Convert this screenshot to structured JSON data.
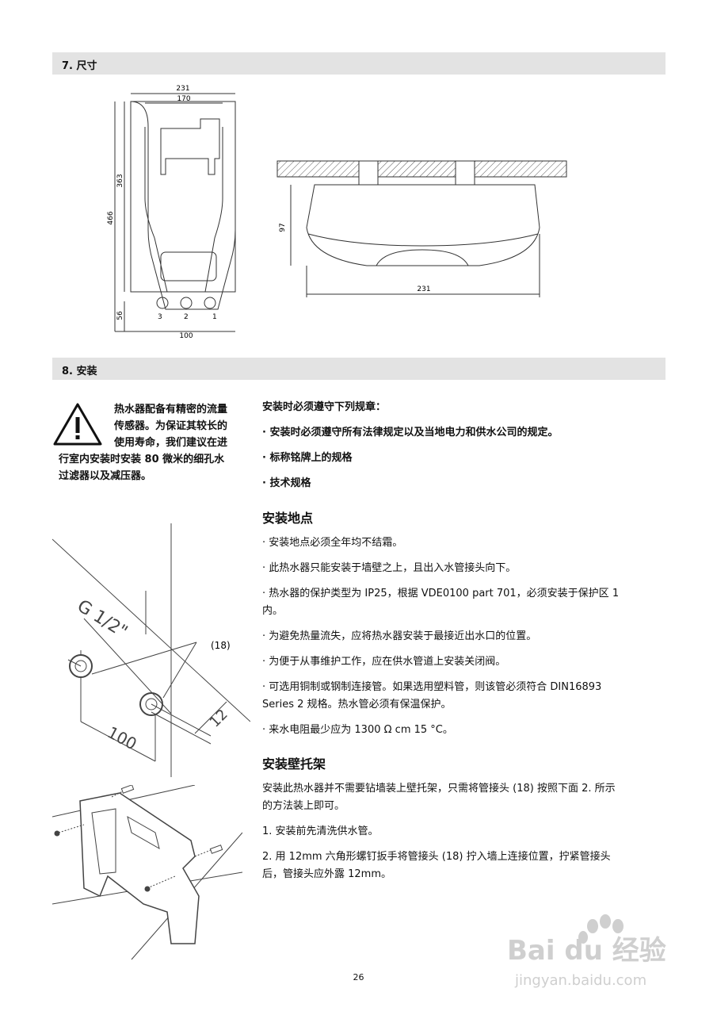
{
  "section7": {
    "title": "7. 尺寸"
  },
  "front_dims": {
    "width_outer": "231",
    "width_inner": "170",
    "height_total": "466",
    "height_mid": "363",
    "height_bottom": "56",
    "bottom_width": "100",
    "port_3": "3",
    "port_2": "2",
    "port_1": "1"
  },
  "side_dims": {
    "height": "97",
    "width": "231"
  },
  "section8": {
    "title": "8. 安装"
  },
  "warning": {
    "lines": [
      "热水器配备有精密的流量",
      "传感器。为保证其较长的",
      "使用寿命，我们建议在进",
      "行室内安装时安装 80 微米的细孔水",
      "过滤器以及减压器。"
    ]
  },
  "pipe_fig": {
    "thread": "G 1/2\"",
    "callout": "(18)",
    "dim_100": "100",
    "dim_12": "12"
  },
  "rules": {
    "heading": "安装时必须遵守下列规章：",
    "items": [
      "·  安装时必须遵守所有法律规定以及当地电力和供水公司的规定。",
      "· 标称铭牌上的规格",
      "·  技术规格"
    ]
  },
  "location": {
    "heading": "安装地点",
    "items": [
      [
        "· 安装地点必须全年均不结霜。"
      ],
      [
        "· 此热水器只能安装于墙壁之上，且出入水管接头向下。"
      ],
      [
        "· 热水器的保护类型为 IP25，根据 VDE0100 part 701，必须安装于保护区 1",
        "   内。"
      ],
      [
        "· 为避免热量流失，应将热水器安装于最接近出水口的位置。"
      ],
      [
        "· 为便于从事维护工作，应在供水管道上安装关闭阀。"
      ],
      [
        "· 可选用铜制或钢制连接管。如果选用塑料管，则该管必须符合 DIN16893",
        "   Series 2 规格。热水管必须有保温保护。"
      ],
      [
        "· 来水电阻最少应为 1300 Ω cm 15 °C。"
      ]
    ]
  },
  "bracket": {
    "heading": "安装壁托架",
    "intro": [
      "安装此热水器并不需要钻墙装上壁托架，只需将管接头 (18) 按照下面 2. 所示",
      "的方法装上即可。"
    ],
    "steps": [
      [
        "1. 安装前先清洗供水管。"
      ],
      [
        "2. 用  12mm  六角形螺钉扳手将管接头  (18)  拧入墙上连接位置，拧紧管接头",
        "   后，管接头应外露 12mm。"
      ]
    ]
  },
  "watermark": {
    "line1": "Bai du 经验",
    "line2": "jingyan.baidu.com"
  },
  "page_number": "26"
}
